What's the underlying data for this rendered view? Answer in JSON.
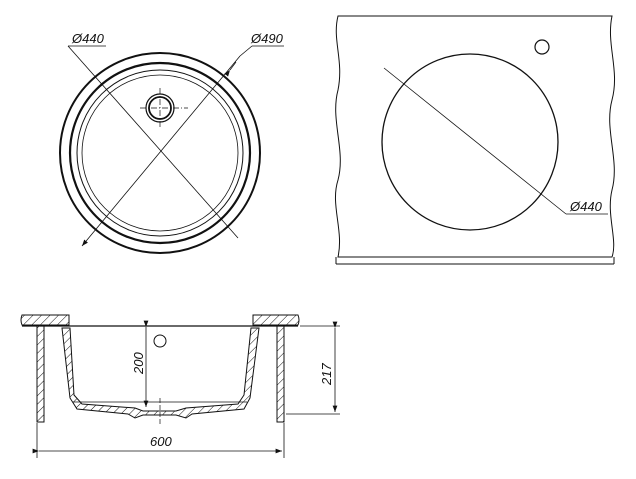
{
  "top_view": {
    "outer_diameter_label": "Ø490",
    "inner_diameter_label": "Ø440"
  },
  "cutout_view": {
    "cutout_diameter_label": "Ø440"
  },
  "section_view": {
    "bowl_depth_label": "200",
    "total_depth_label": "217",
    "width_label": "600"
  },
  "colors": {
    "line": "#111111",
    "background": "#ffffff"
  }
}
